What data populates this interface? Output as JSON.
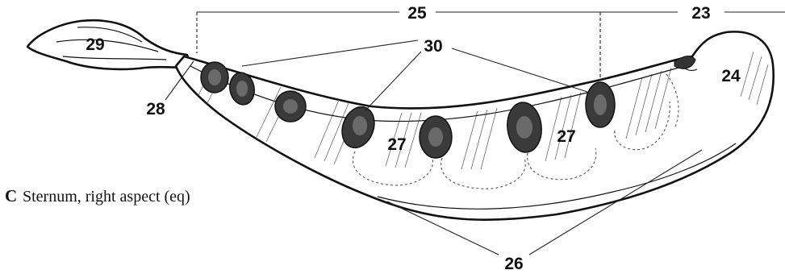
{
  "caption": {
    "letter": "C",
    "text": "Sternum, right aspect (eq)"
  },
  "labels": {
    "l23": "23",
    "l24": "24",
    "l25": "25",
    "l26": "26",
    "l27a": "27",
    "l27b": "27",
    "l28": "28",
    "l29": "29",
    "l30": "30"
  }
}
